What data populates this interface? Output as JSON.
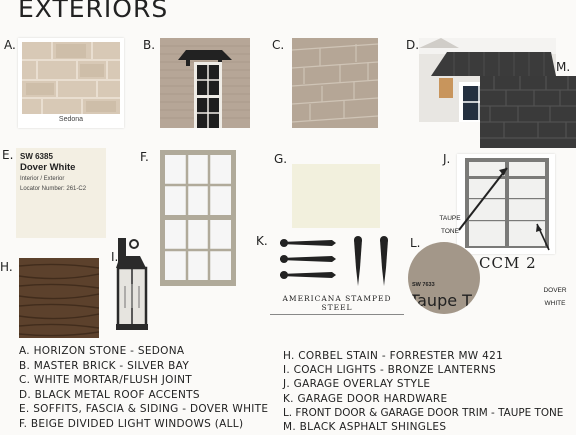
{
  "page": {
    "title": "EXTERIORS"
  },
  "labels": {
    "a": "A.",
    "b": "B.",
    "c": "C.",
    "d": "D.",
    "e": "E.",
    "f": "F.",
    "g": "G.",
    "h": "H.",
    "i": "I.",
    "j": "J.",
    "k": "K.",
    "l": "L.",
    "m": "M."
  },
  "tiles": {
    "a_caption": "Sedona",
    "e_code": "SW 6385",
    "e_name": "Dover White",
    "e_use": "Interior / Exterior",
    "e_locator": "Locator Number: 261-C2",
    "k_brand": "AMERICANA STAMPED STEEL",
    "l_code": "SW 7633",
    "l_name": "Taupe T",
    "j_brand": "CCM 2",
    "j_note_left": "TAUPE TONE",
    "j_note_right": "DOVER WHITE"
  },
  "legend_left": [
    "A. HORIZON STONE - SEDONA",
    "B. MASTER BRICK - SILVER BAY",
    "C. WHITE MORTAR/FLUSH JOINT",
    "D. BLACK METAL ROOF ACCENTS",
    "E. SOFFITS, FASCIA & SIDING - DOVER WHITE",
    "F. BEIGE DIVIDED LIGHT WINDOWS (ALL)"
  ],
  "legend_right": [
    "H. CORBEL STAIN - FORRESTER MW 421",
    "I. COACH LIGHTS - BRONZE LANTERNS",
    "J. GARAGE OVERLAY STYLE",
    "K. GARAGE DOOR HARDWARE",
    "L. FRONT DOOR & GARAGE DOOR TRIM - TAUPE TONE",
    "M. BLACK ASPHALT SHINGLES"
  ],
  "colors": {
    "stone": "#d9cbb9",
    "brick": "#b3a395",
    "mortar": "#b8aa9b",
    "dover_white": "#f3efe3",
    "window_beige": "#b0aa9a",
    "cream": "#f2f0dd",
    "stain": "#5c412c",
    "taupe": "#a39789",
    "garage_grey": "#7a7a78",
    "shingle": "#3a3a3a"
  }
}
